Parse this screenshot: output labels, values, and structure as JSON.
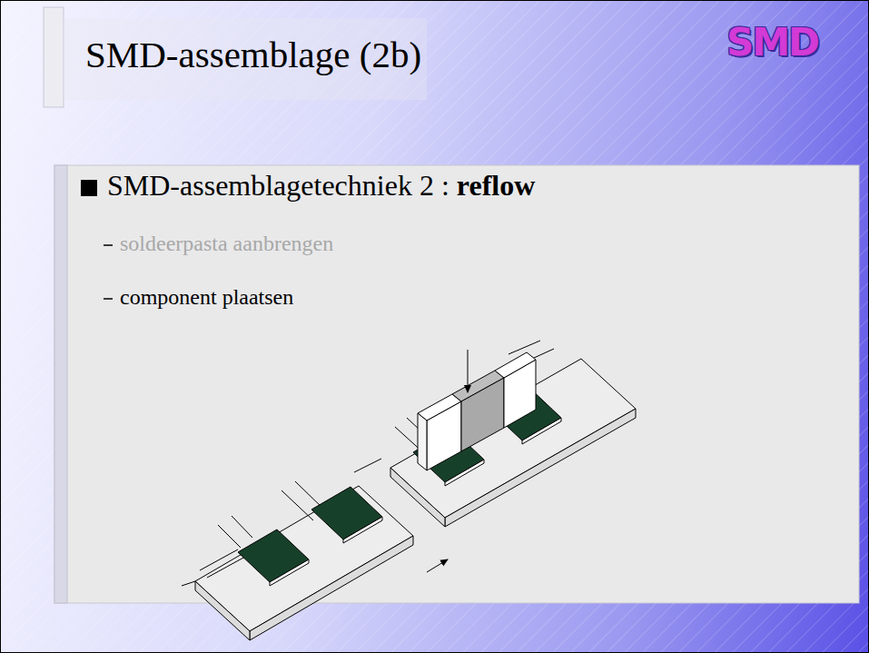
{
  "diagram": {
    "title": "SMD-assemblage (2b)",
    "labels": [
      "SMD",
      "SMD-assemblagetechniek 2 :",
      "reflow",
      "soldeerpasta aanbrengen",
      "component plaatsen"
    ]
  }
}
